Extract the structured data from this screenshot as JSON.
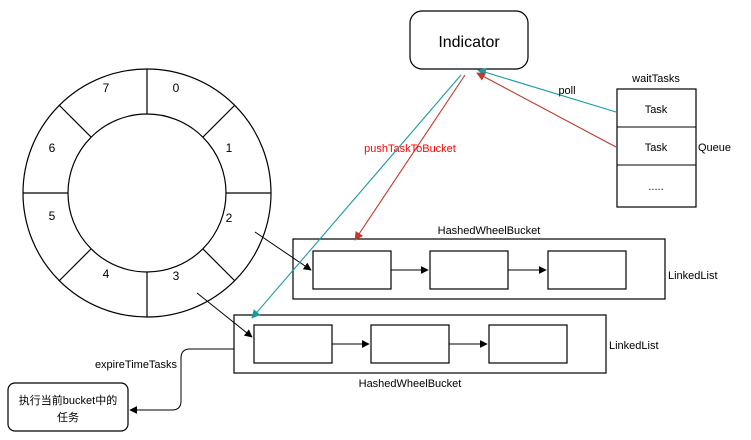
{
  "indicator": {
    "label": "Indicator"
  },
  "wheel": {
    "slots": [
      "0",
      "1",
      "2",
      "3",
      "4",
      "5",
      "6",
      "7"
    ]
  },
  "wait_tasks": {
    "title": "waitTasks",
    "items": [
      "Task",
      "Task",
      "....."
    ],
    "queue_label": "Queue"
  },
  "arrows": {
    "poll_label": "poll",
    "push_label": "pushTaskToBucket",
    "expire_label": "expireTimeTasks"
  },
  "bucket_top": {
    "title": "HashedWheelBucket",
    "list_label": "LinkedList"
  },
  "bucket_bottom": {
    "title": "HashedWheelBucket",
    "list_label": "LinkedList"
  },
  "result_box": {
    "line1": "执行当前bucket中的",
    "line2": "任务"
  },
  "colors": {
    "poll_arrow": "#1a9aa0",
    "push_arrow": "#c0392b",
    "push_text": "#ff0000",
    "stroke": "#000000"
  }
}
